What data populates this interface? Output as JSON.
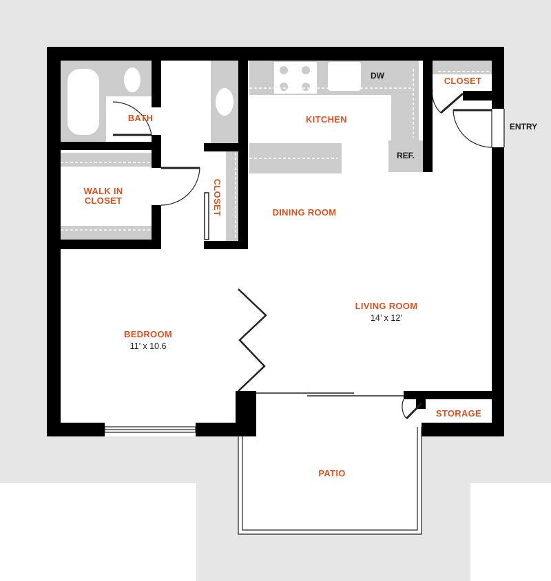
{
  "colors": {
    "wall": "#000000",
    "label": "#e0501c",
    "dimension": "#1a1a1a",
    "fixture": "#cccccc",
    "surround": "#e6e6e6",
    "floor": "#ffffff"
  },
  "rooms": {
    "bath": "BATH",
    "walk_in_closet_line1": "WALK IN",
    "walk_in_closet_line2": "CLOSET",
    "hall_closet": "CLOSET",
    "kitchen": "KITCHEN",
    "entry_closet": "CLOSET",
    "dining_room": "DINING ROOM",
    "living_room": "LIVING ROOM",
    "bedroom": "BEDROOM",
    "patio": "PATIO",
    "storage": "STORAGE"
  },
  "dimensions": {
    "living_room": "14’ x 12’",
    "bedroom": "11’ x 10.6"
  },
  "fixtures": {
    "dishwasher": "DW",
    "refrigerator": "REF.",
    "entry": "ENTRY"
  }
}
